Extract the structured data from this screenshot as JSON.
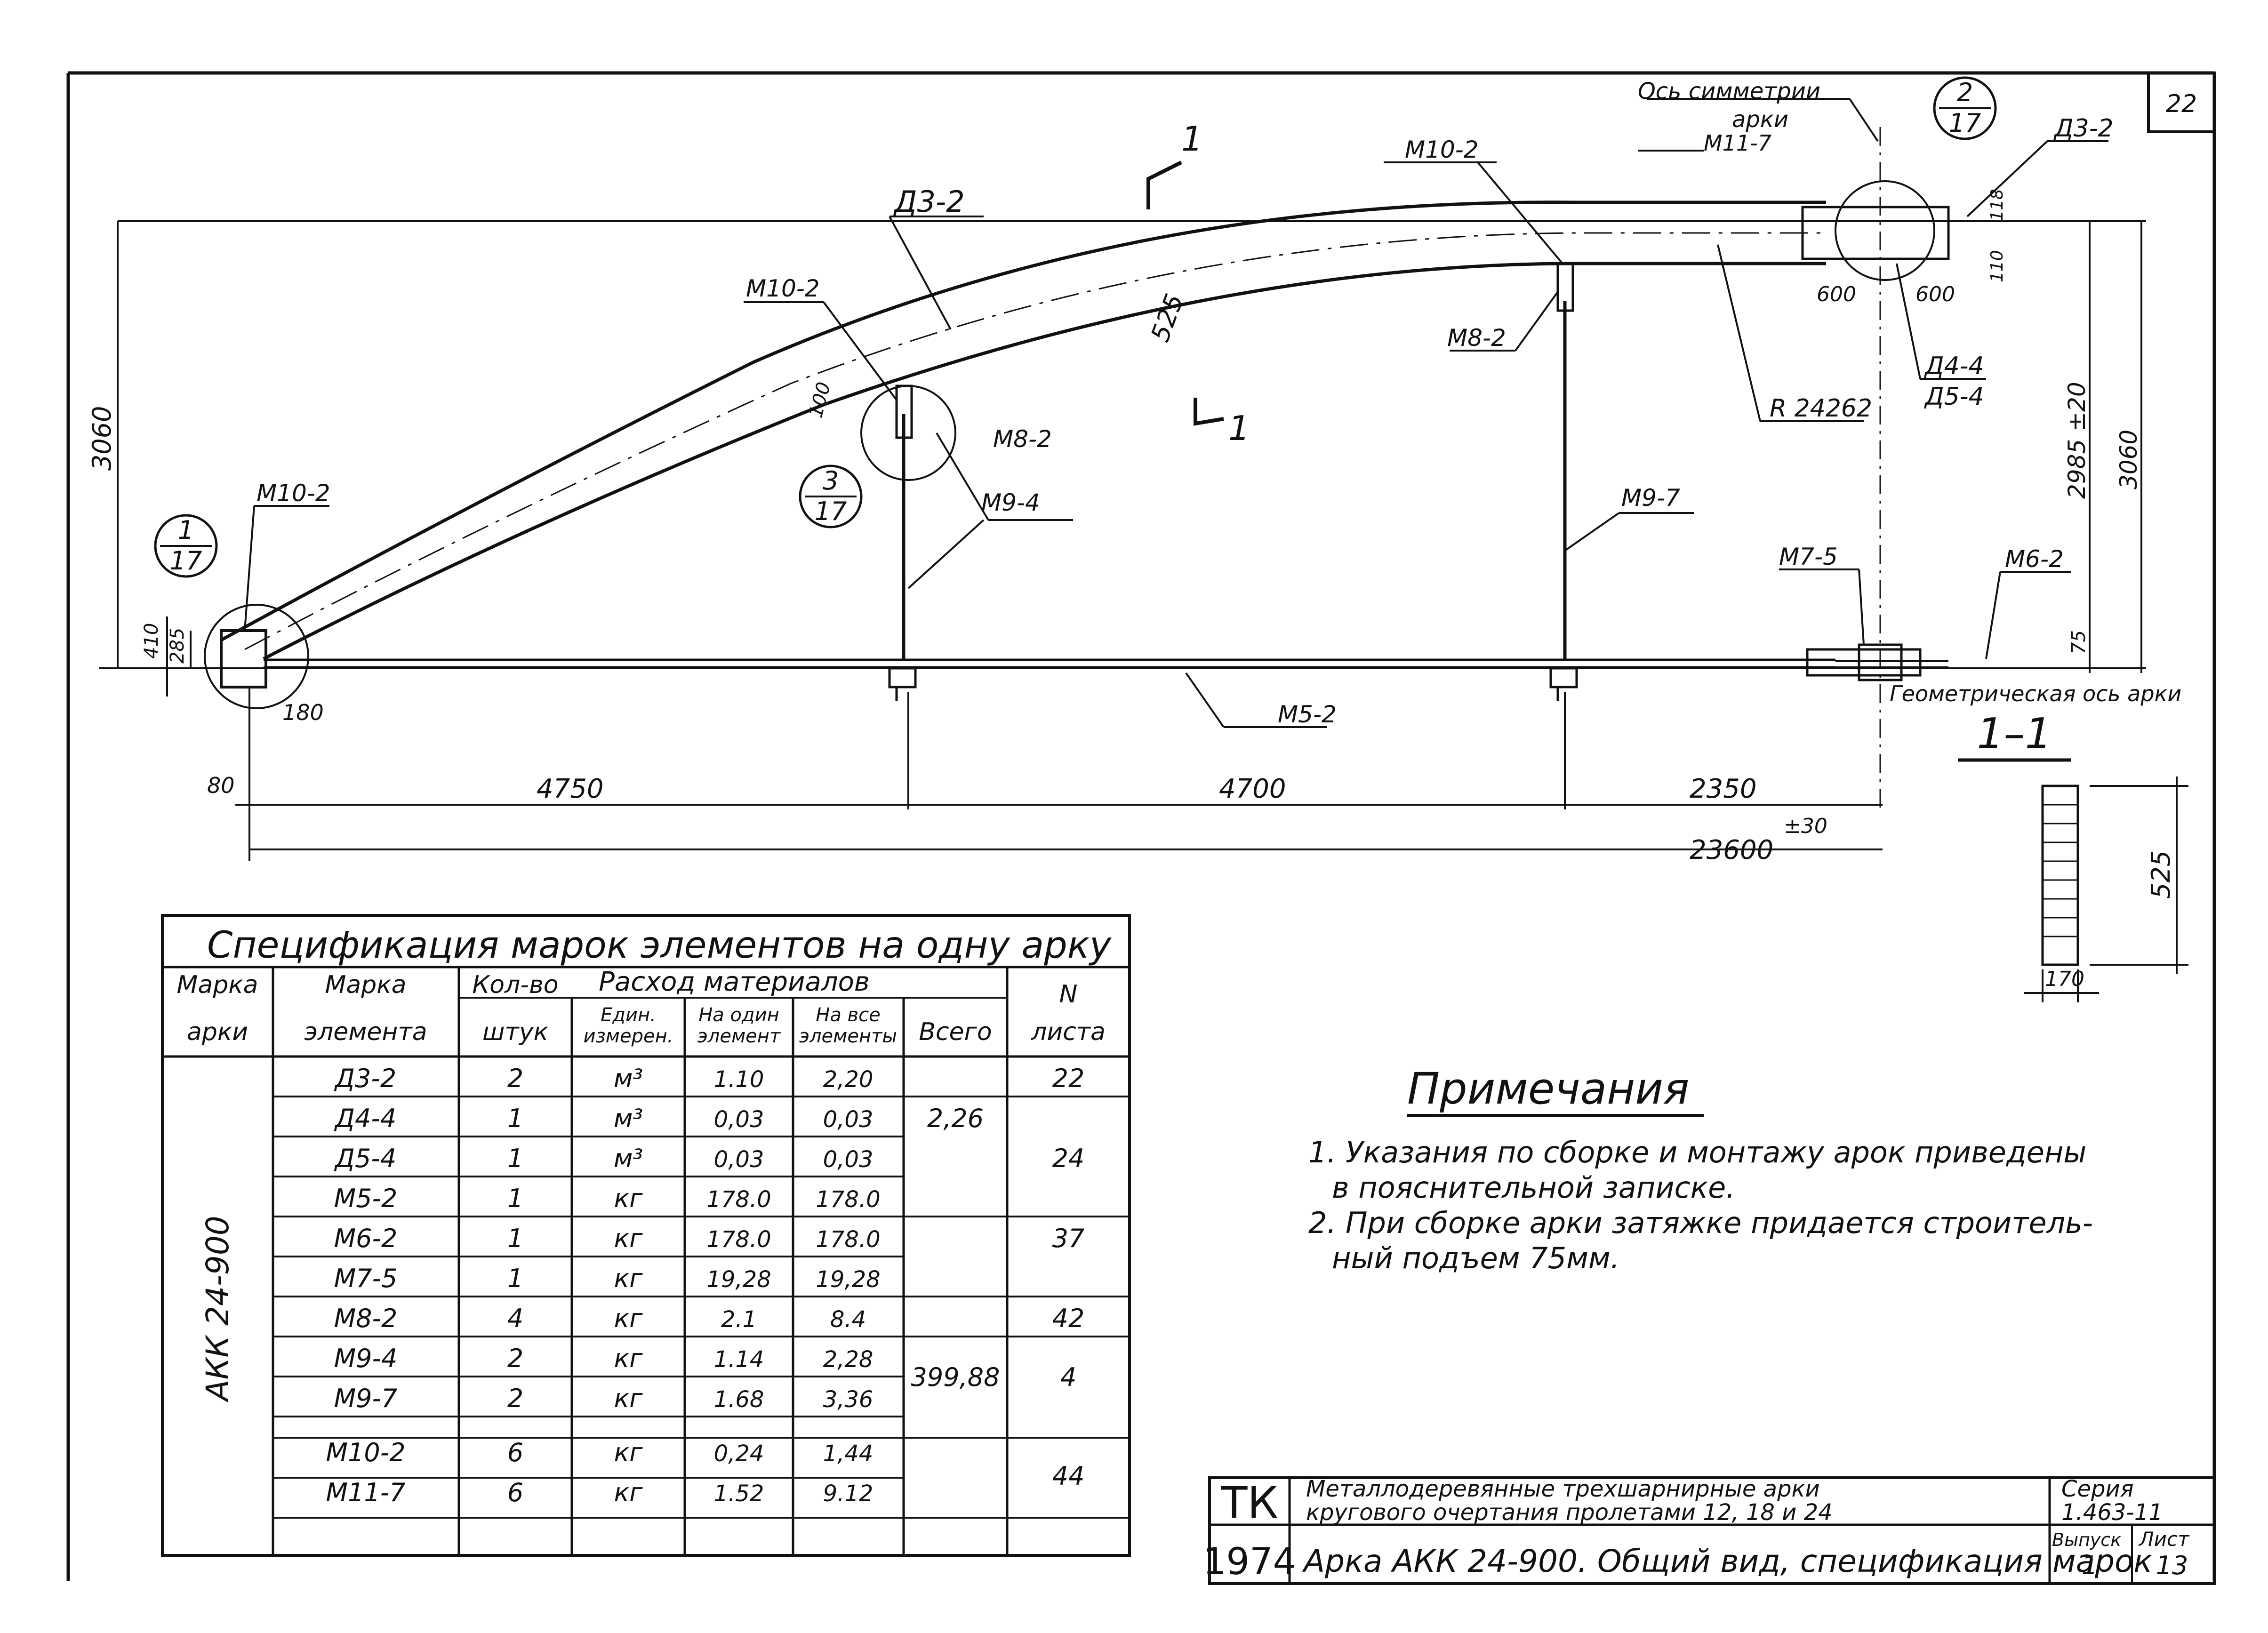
{
  "sheet": {
    "sheet_number": "22"
  },
  "drawing": {
    "labels": {
      "d3_2_top": "Д3-2",
      "m10_2_mid": "М10-2",
      "m10_2_right": "М10-2",
      "m8_2_mid": "М8-2",
      "m8_2_right": "М8-2",
      "m9_4": "М9-4",
      "m9_7": "М9-7",
      "m10_2_left": "М10-2",
      "m5_2": "М5-2",
      "m7_5": "М7-5",
      "m6_2": "М6-2",
      "symmetry_axis_line1": "Ось симметрии",
      "symmetry_axis_line2": "арки",
      "m11_7": "М11-7",
      "d3_2_ridge": "Д3-2",
      "d4_4": "Д4-4",
      "d5_4": "Д5-4",
      "radius": "R 24262",
      "geometric_axis": "Геометрическая ось арки",
      "section_mark": "1"
    },
    "callouts": {
      "c1_num": "1",
      "c1_den": "17",
      "c3_num": "3",
      "c3_den": "17",
      "c2_num": "2",
      "c2_den": "17"
    },
    "dims": {
      "d3060_left": "3060",
      "d525_arch": "525",
      "d100": "100",
      "d410": "410",
      "d285": "285",
      "d180": "180",
      "d80": "80",
      "d4750": "4750",
      "d4700": "4700",
      "d2350": "2350",
      "d23600": "23600",
      "tol30": "±30",
      "d600_left": "600",
      "d600_right": "600",
      "d118": "118",
      "d110": "110",
      "d2985": "2985 ±20",
      "d3060_right": "3060",
      "d75": "75"
    }
  },
  "section": {
    "title": "1–1",
    "height": "525",
    "width": "170"
  },
  "table": {
    "title": "Спецификация марок элементов на одну арку",
    "headers": {
      "arch_mark_1": "Марка",
      "arch_mark_2": "арки",
      "element_mark_1": "Марка",
      "element_mark_2": "элемента",
      "qty_1": "Кол-во",
      "qty_2": "штук",
      "materials": "Расход материалов",
      "unit_1": "Един.",
      "unit_2": "измерен.",
      "per_one_1": "На один",
      "per_one_2": "элемент",
      "per_all_1": "На все",
      "per_all_2": "элементы",
      "total": "Всего",
      "sheet_no_1": "N",
      "sheet_no_2": "листа"
    },
    "arch_mark": "АКК 24-900",
    "rows": [
      {
        "element": "Д3-2",
        "qty": "2",
        "unit": "м³",
        "per_one": "1.10",
        "per_all": "2,20"
      },
      {
        "element": "Д4-4",
        "qty": "1",
        "unit": "м³",
        "per_one": "0,03",
        "per_all": "0,03"
      },
      {
        "element": "Д5-4",
        "qty": "1",
        "unit": "м³",
        "per_one": "0,03",
        "per_all": "0,03"
      },
      {
        "element": "М5-2",
        "qty": "1",
        "unit": "кг",
        "per_one": "178.0",
        "per_all": "178.0"
      },
      {
        "element": "М6-2",
        "qty": "1",
        "unit": "кг",
        "per_one": "178.0",
        "per_all": "178.0"
      },
      {
        "element": "М7-5",
        "qty": "1",
        "unit": "кг",
        "per_one": "19,28",
        "per_all": "19,28"
      },
      {
        "element": "М8-2",
        "qty": "4",
        "unit": "кг",
        "per_one": "2.1",
        "per_all": "8.4"
      },
      {
        "element": "М9-4",
        "qty": "2",
        "unit": "кг",
        "per_one": "1.14",
        "per_all": "2,28"
      },
      {
        "element": "М9-7",
        "qty": "2",
        "unit": "кг",
        "per_one": "1.68",
        "per_all": "3,36"
      },
      {
        "element": "М10-2",
        "qty": "6",
        "unit": "кг",
        "per_one": "0,24",
        "per_all": "1,44"
      },
      {
        "element": "М11-7",
        "qty": "6",
        "unit": "кг",
        "per_one": "1.52",
        "per_all": "9.12"
      }
    ],
    "totals": {
      "wood": "2,26",
      "metal": "399,88"
    },
    "sheet_refs": [
      "22",
      "24",
      "37",
      "42",
      "4",
      "44"
    ]
  },
  "notes": {
    "title": "Примечания",
    "items": [
      {
        "line1": "1. Указания по сборке и монтажу арок приведены",
        "line2": "в пояснительной записке."
      },
      {
        "line1": "2. При сборке арки затяжке придается строитель-",
        "line2": "ный подъем 75мм."
      }
    ]
  },
  "title_block": {
    "org": "ТК",
    "year": "1974",
    "description_line1": "Металлодеревянные трехшарнирные арки",
    "description_line2": "кругового очертания пролетами 12, 18 и 24",
    "drawing_title": "Арка АКК 24-900. Общий вид, спецификация марок",
    "series_label": "Серия",
    "series_value": "1.463-11",
    "issue_label": "Выпуск",
    "issue_value": "1",
    "sheet_label": "Лист",
    "sheet_value": "13"
  }
}
